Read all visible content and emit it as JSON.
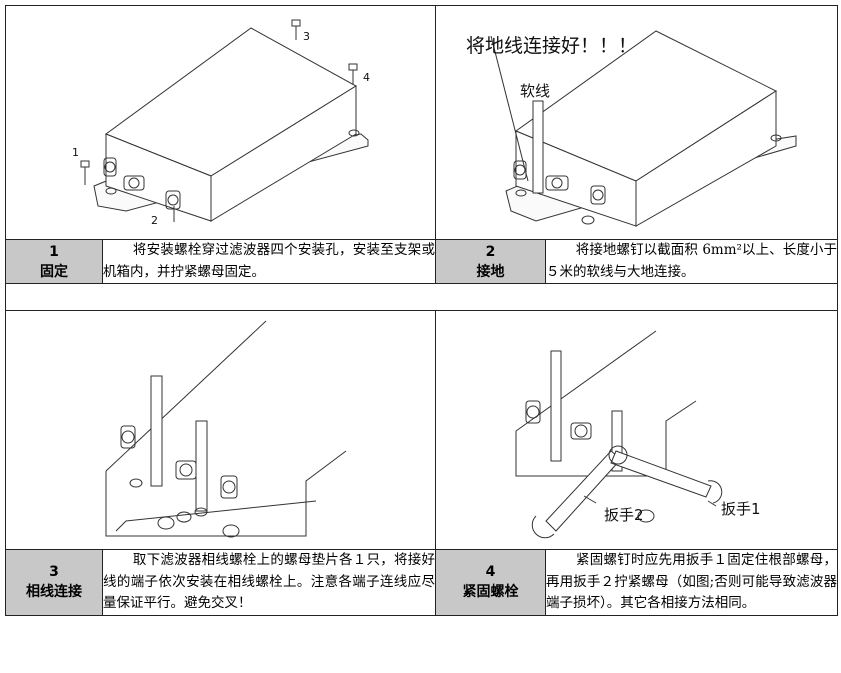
{
  "steps": [
    {
      "number": "1",
      "title": "固定",
      "desc": "将安装螺栓穿过滤波器四个安装孔，安装至支架或机箱内，并拧紧螺母固定。"
    },
    {
      "number": "2",
      "title": "接地",
      "desc": "将接地螺钉以截面积 6mm²以上、长度小于５米的软线与大地连接。"
    },
    {
      "number": "3",
      "title": "相线连接",
      "desc": "取下滤波器相线螺栓上的螺母垫片各１只，将接好线的端子依次安装在相线螺栓上。注意各端子连线应尽量保证平行。避免交叉！"
    },
    {
      "number": "4",
      "title": "紧固螺栓",
      "desc": "紧固螺钉时应先用扳手１固定住根部螺母，再用扳手２拧紧螺母（如图;否则可能导致滤波器端子损坏）。其它各相接方法相同。"
    }
  ],
  "figures": {
    "fig1": {
      "labels": [
        "1",
        "2",
        "3",
        "4"
      ]
    },
    "fig2": {
      "warning": "将地线连接好！！！",
      "wire_label": "软线"
    },
    "fig4": {
      "wrench2": "扳手2",
      "wrench1": "扳手1"
    }
  }
}
